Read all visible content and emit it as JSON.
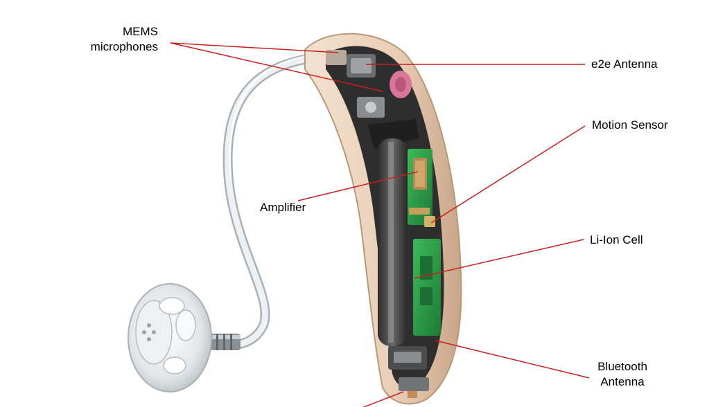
{
  "labels": {
    "mems_line1": "MEMS",
    "mems_line2": "microphones",
    "e2e_antenna": "e2e Antenna",
    "motion_sensor": "Motion Sensor",
    "amplifier": "Amplifier",
    "li_ion_cell": "Li-Ion Cell",
    "bluetooth_line1": "Bluetooth",
    "bluetooth_line2": "Antenna"
  },
  "colors": {
    "callout_line": "#cc1f1f",
    "shell": "#e8cdb4",
    "shell_shadow": "#c9a88a",
    "pcb_green": "#2aa34a",
    "internals_dark": "#3a3a3a",
    "tube": "#d9dde0",
    "tip_silicone": "#dfe3e6"
  }
}
